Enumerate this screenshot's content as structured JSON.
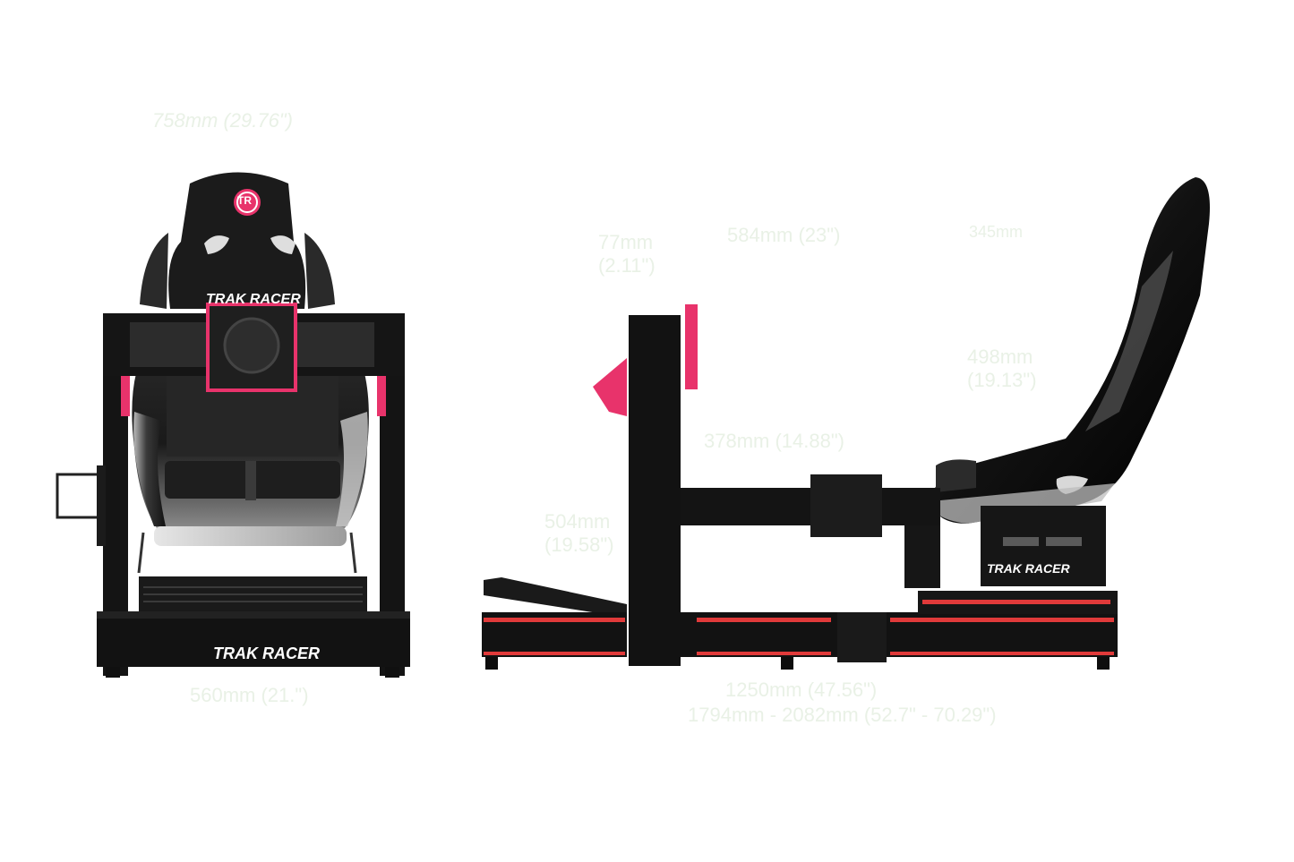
{
  "brand": {
    "name": "TRAK RACER",
    "logo_text": "TR",
    "accent_color": "#e8336b",
    "frame_color": "#151515",
    "rail_stripe_color": "#e03a3a"
  },
  "dimensions": {
    "top_width": "758mm (29.76\")",
    "base_width": "560mm (21.\")",
    "wheel_plate": "77mm (2.11\")",
    "upright_to_seat": "584mm (23\")",
    "seat_top": "345mm",
    "seat_depth": "498mm (19.13\")",
    "crossbar": "378mm (14.88\")",
    "pedal_reach": "504mm (19.58\")",
    "base_length": "1250mm (47.56\")",
    "total_length": "1794mm - 2082mm (52.7\" - 70.29\")"
  }
}
